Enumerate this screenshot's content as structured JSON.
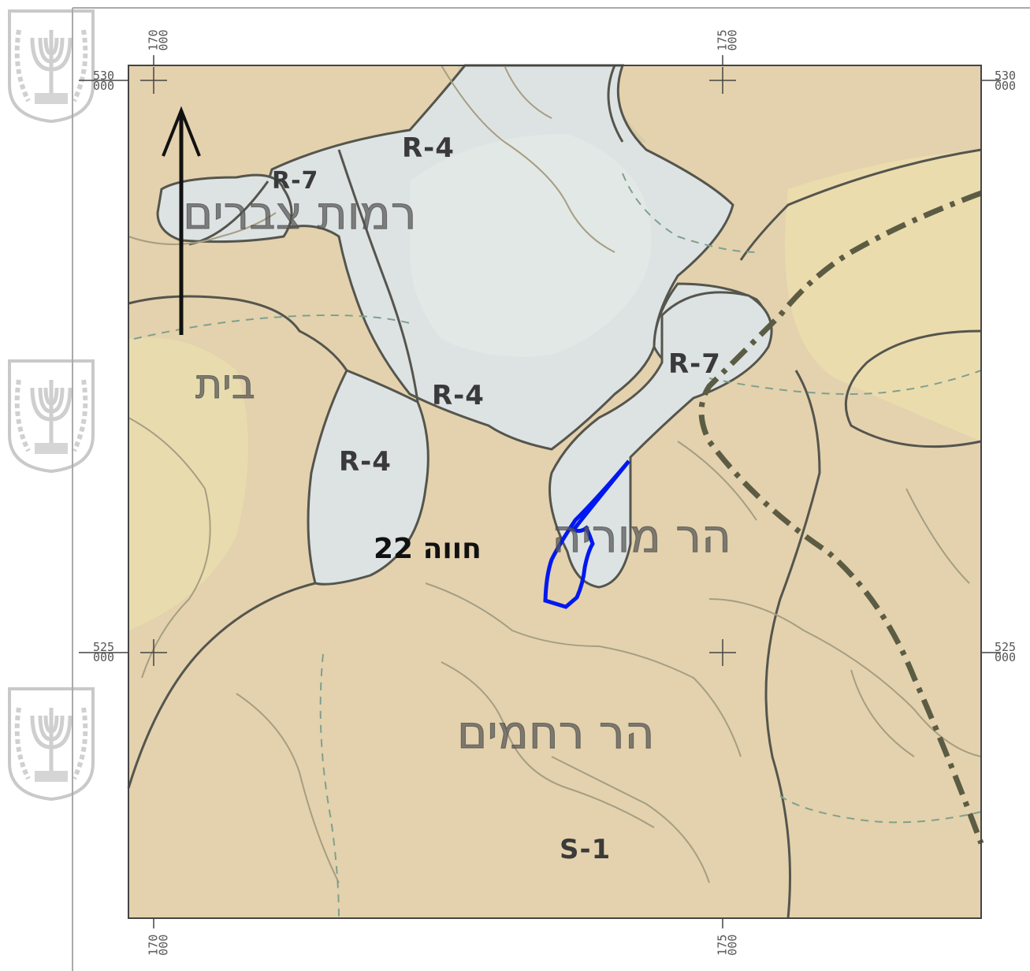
{
  "map": {
    "grid": {
      "x_labels": [
        {
          "top": "170",
          "bottom": "000"
        },
        {
          "top": "175",
          "bottom": "000"
        }
      ],
      "y_labels": [
        {
          "top": "530",
          "bottom": "000"
        },
        {
          "top": "525",
          "bottom": "000"
        }
      ]
    },
    "zones": [
      "R-4",
      "R-7",
      "R-4",
      "R-4",
      "R-7",
      "S-1"
    ],
    "place_names": [
      "רמות צברים",
      "הר מוריה",
      "הר רחמים",
      "בית"
    ],
    "site_label": "חווה 22",
    "colors": {
      "terrain": "#e3d2ad",
      "zone_fill": "#dde3e3",
      "boundary": "#55554e",
      "site_outline": "#0018f0",
      "dash_line": "#5c5c44"
    },
    "icons": {
      "emblem": "state-emblem-icon",
      "north_arrow": "north-arrow-icon"
    }
  }
}
